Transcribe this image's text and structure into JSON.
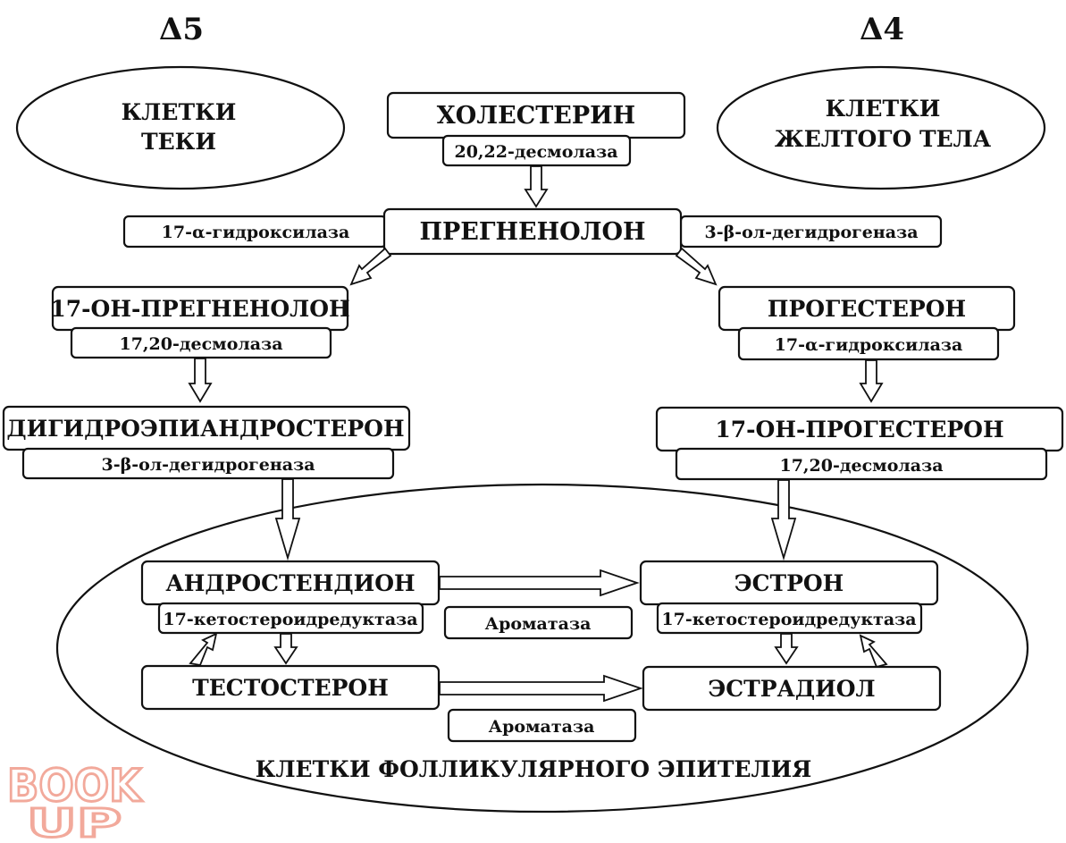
{
  "deltas": {
    "left": "Δ5",
    "right": "Δ4"
  },
  "cells": {
    "theca": [
      "КЛЕТКИ",
      "ТЕКИ"
    ],
    "corpus_luteum": [
      "КЛЕТКИ",
      "ЖЕЛТОГО ТЕЛА"
    ],
    "follicular": "КЛЕТКИ ФОЛЛИКУЛЯРНОГО ЭПИТЕЛИЯ"
  },
  "substances": {
    "cholesterol": "ХОЛЕСТЕРИН",
    "pregnenolone": "ПРЕГНЕНОЛОН",
    "oh17_pregnenolone": "17-ОН-ПРЕГНЕНОЛОН",
    "progesterone": "ПРОГЕСТЕРОН",
    "dhea": "ДИГИДРОЭПИАНДРОСТЕРОН",
    "oh17_progesterone": "17-ОН-ПРОГЕСТЕРОН",
    "androstenedione": "АНДРОСТЕНДИОН",
    "estrone": "ЭСТРОН",
    "testosterone": "ТЕСТОСТЕРОН",
    "estradiol": "ЭСТРАДИОЛ"
  },
  "enzymes": {
    "desmolase_20_22": "20,22-десмолаза",
    "hydroxylase_17a_left": "17-α-гидроксилаза",
    "dehydrogenase_3b_right": "3-β-ол-дегидрогеназа",
    "desmolase_17_20_left": "17,20-десмолаза",
    "hydroxylase_17a_right": "17-α-гидроксилаза",
    "dehydrogenase_3b_left": "3-β-ол-дегидрогеназа",
    "desmolase_17_20_right": "17,20-десмолаза",
    "ketoreductase_left": "17-кетостероидредуктаза",
    "ketoreductase_right": "17-кетостероидредуктаза",
    "aromatase_top": "Ароматаза",
    "aromatase_bottom": "Ароматаза"
  },
  "watermark": {
    "line1": "BOOK",
    "line2": "UP",
    "color": "#f2a99b"
  }
}
